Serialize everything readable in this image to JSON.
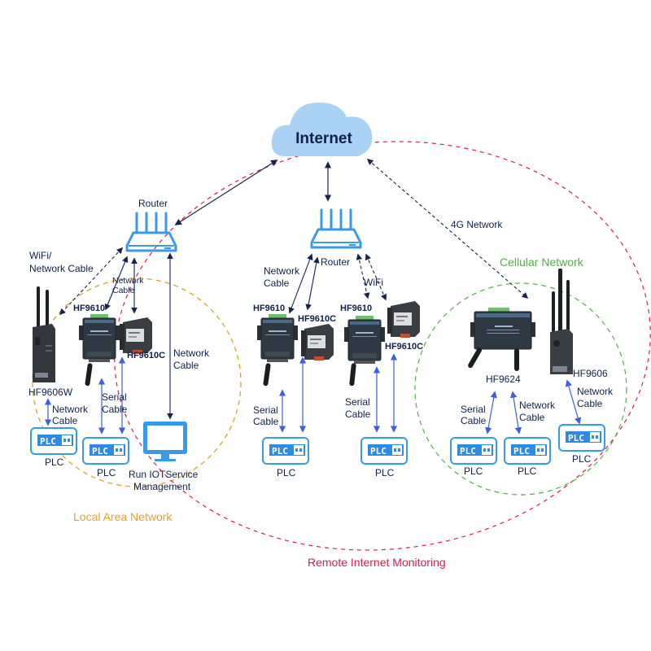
{
  "title": "IoT Network Topology",
  "colors": {
    "lan": "#e0a32a",
    "remote": "#d8204a",
    "cellular": "#52b045",
    "text": "#10204a",
    "icon_blue": "#3a9ae8",
    "cloud": "#a9d2f5",
    "arrow_dark": "#18234d",
    "arrow_blue": "#3f5ee0"
  },
  "cloud": {
    "label": "Internet"
  },
  "zones": {
    "lan": "Local Area Network",
    "remote": "Remote Internet Monitoring",
    "cellular": "Cellular Network"
  },
  "links": {
    "four_g": "4G Network",
    "wifi_network_cable_1": "WiFi/",
    "wifi_network_cable_2": "Network Cable",
    "network_cable_1": "Network",
    "network_cable_2": "Cable",
    "serial_cable_1": "Serial",
    "serial_cable_2": "Cable",
    "wifi": "WiFi"
  },
  "left": {
    "router_label": "Router",
    "hf9610": "HF9610",
    "hf9610c": "HF9610C",
    "hf9606w": "HF9606W",
    "plc_1": "PLC",
    "plc_2": "PLC",
    "pc_label_1": "Run IOTService",
    "pc_label_2": "Management"
  },
  "middle": {
    "router_label": "Router",
    "hf9610_a": "HF9610",
    "hf9610c_a": "HF9610C",
    "hf9610_b": "HF9610",
    "hf9610c_b": "HF9610C",
    "plc_1": "PLC",
    "plc_2": "PLC"
  },
  "right": {
    "hf9624": "HF9624",
    "hf9606": "HF9606",
    "plc_1": "PLC",
    "plc_2": "PLC",
    "plc_3": "PLC"
  },
  "plc_badge": "PLC"
}
